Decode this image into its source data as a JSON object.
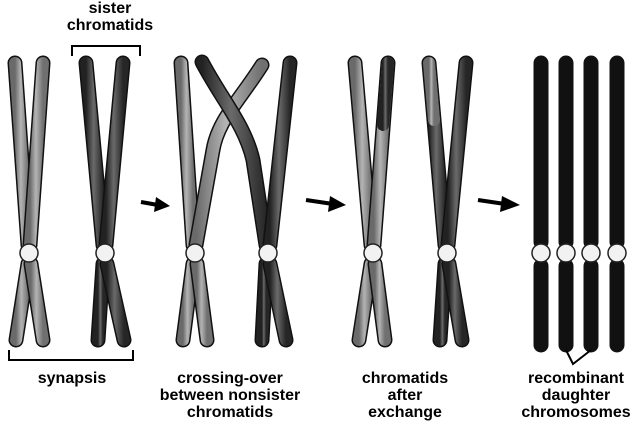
{
  "colors": {
    "light_chromatid": "#8e8e8e",
    "dark_chromatid": "#3c3c3c",
    "outline": "#111111",
    "centromere": "#f2f2f2",
    "arrow": "#000000"
  },
  "labels": {
    "sister_chromatids": [
      "sister",
      "chromatids"
    ],
    "synapsis": [
      "synapsis"
    ],
    "crossing_over": [
      "crossing-over",
      "between nonsister",
      "chromatids"
    ],
    "after_exchange": [
      "chromatids",
      "after",
      "exchange"
    ],
    "recombinant": [
      "recombinant",
      "daughter",
      "chromosomes"
    ]
  },
  "stages": [
    {
      "name": "synapsis",
      "pairs": 2
    },
    {
      "name": "crossing-over",
      "pairs": 2
    },
    {
      "name": "chromatids-after-exchange",
      "pairs": 2
    },
    {
      "name": "recombinant-daughter-chromosomes",
      "chromosomes": 4
    }
  ]
}
